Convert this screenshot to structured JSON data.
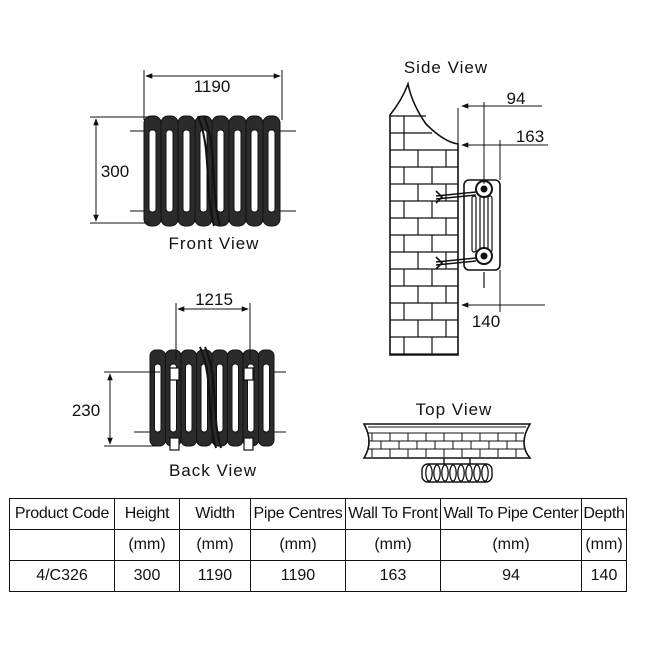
{
  "views": {
    "front": "Front View",
    "back": "Back View",
    "side": "Side View",
    "top": "Top View"
  },
  "dimensions": {
    "front_width": "1190",
    "front_height": "300",
    "back_width": "1215",
    "back_height": "230",
    "side_pipe": "94",
    "side_front": "163",
    "side_depth": "140"
  },
  "table": {
    "headers": [
      "Product Code",
      "Height",
      "Width",
      "Pipe Centres",
      "Wall To Front",
      "Wall To Pipe Center",
      "Depth"
    ],
    "units": [
      "",
      "(mm)",
      "(mm)",
      "(mm)",
      "(mm)",
      "(mm)",
      "(mm)"
    ],
    "rows": [
      [
        "4/C326",
        "300",
        "1190",
        "1190",
        "163",
        "94",
        "140"
      ]
    ]
  }
}
